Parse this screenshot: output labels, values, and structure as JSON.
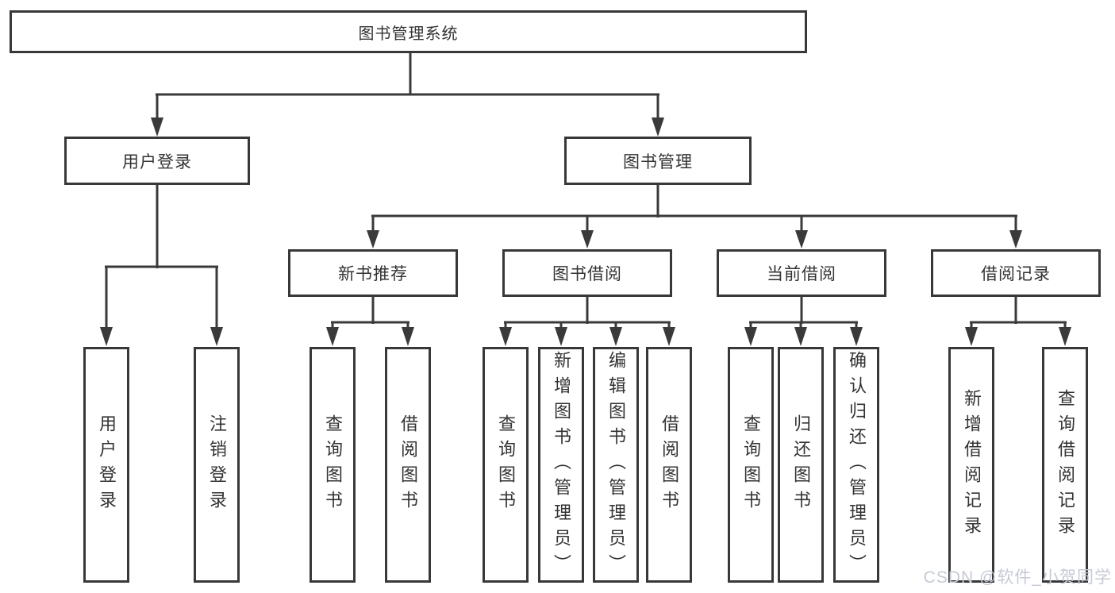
{
  "diagram": {
    "root": {
      "label": "图书管理系统"
    },
    "level2": [
      {
        "label": "用户登录"
      },
      {
        "label": "图书管理"
      }
    ],
    "level3": [
      {
        "label": "新书推荐"
      },
      {
        "label": "图书借阅"
      },
      {
        "label": "当前借阅"
      },
      {
        "label": "借阅记录"
      }
    ],
    "leaves": {
      "user_login": [
        {
          "label": "用户登录"
        },
        {
          "label": "注销登录"
        }
      ],
      "new_book": [
        {
          "label": "查询图书"
        },
        {
          "label": "借阅图书"
        }
      ],
      "book_borrow": [
        {
          "label": "查询图书"
        },
        {
          "label": "新增图书（管理员）"
        },
        {
          "label": "编辑图书（管理员）"
        },
        {
          "label": "借阅图书"
        }
      ],
      "current_borrow": [
        {
          "label": "查询图书"
        },
        {
          "label": "归还图书"
        },
        {
          "label": "确认归还（管理员）"
        }
      ],
      "borrow_record": [
        {
          "label": "新增借阅记录"
        },
        {
          "label": "查询借阅记录"
        }
      ]
    }
  },
  "watermark": {
    "text": "CSDN @软件_小贺同学"
  },
  "colors": {
    "line": "#3a3a3a",
    "border": "#383838",
    "text": "#333333",
    "background": "#ffffff",
    "watermark": "#c6cad5"
  }
}
